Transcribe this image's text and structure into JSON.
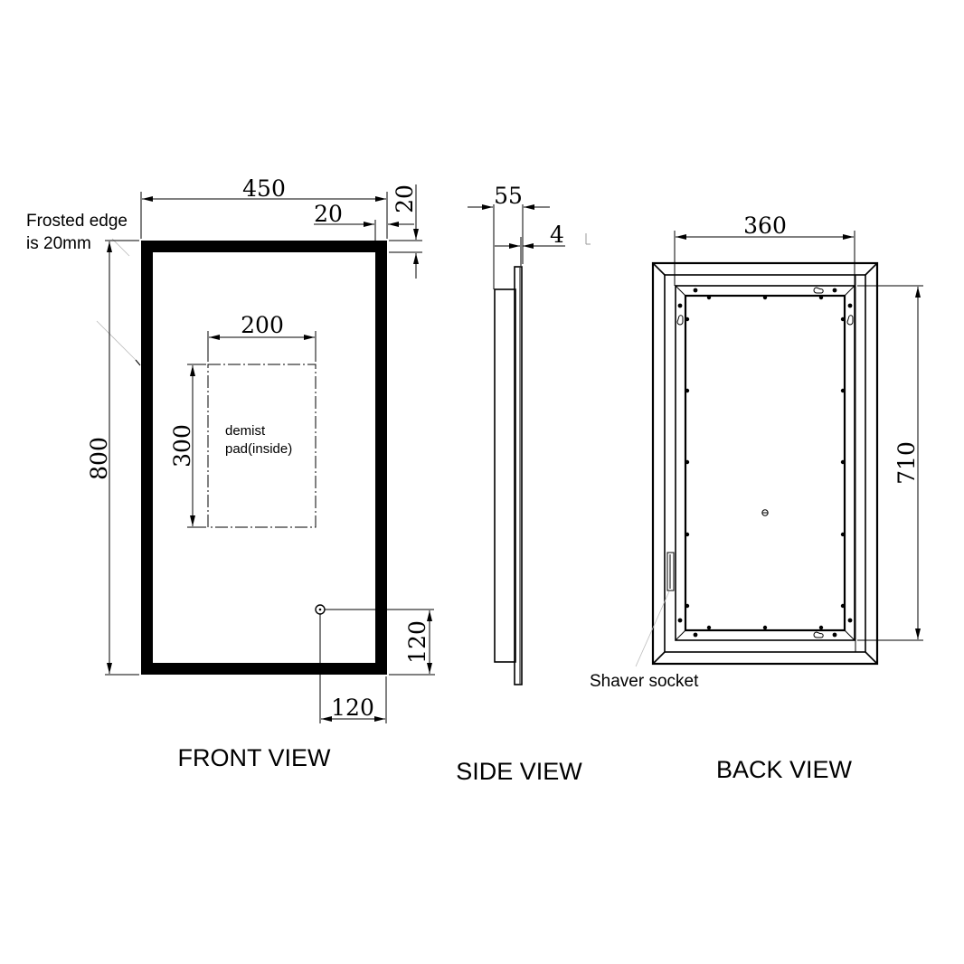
{
  "front_view": {
    "title": "FRONT VIEW",
    "dimensions": {
      "width": "450",
      "height": "800",
      "frame_edge_horizontal": "20",
      "frame_edge_vertical": "20",
      "demist_width": "200",
      "demist_height": "300",
      "switch_from_right": "120",
      "switch_from_bottom": "120"
    },
    "notes": {
      "frosted_edge_line1": "Frosted edge",
      "frosted_edge_line2": "is 20mm",
      "demist_line1": "demist",
      "demist_line2": "pad(inside)"
    }
  },
  "side_view": {
    "title": "SIDE VIEW",
    "dimensions": {
      "depth": "55",
      "glass_thickness": "4"
    }
  },
  "back_view": {
    "title": "BACK VIEW",
    "dimensions": {
      "hanger_spacing_horizontal": "360",
      "hanger_spacing_vertical": "710"
    },
    "notes": {
      "shaver_socket": "Shaver socket"
    }
  }
}
